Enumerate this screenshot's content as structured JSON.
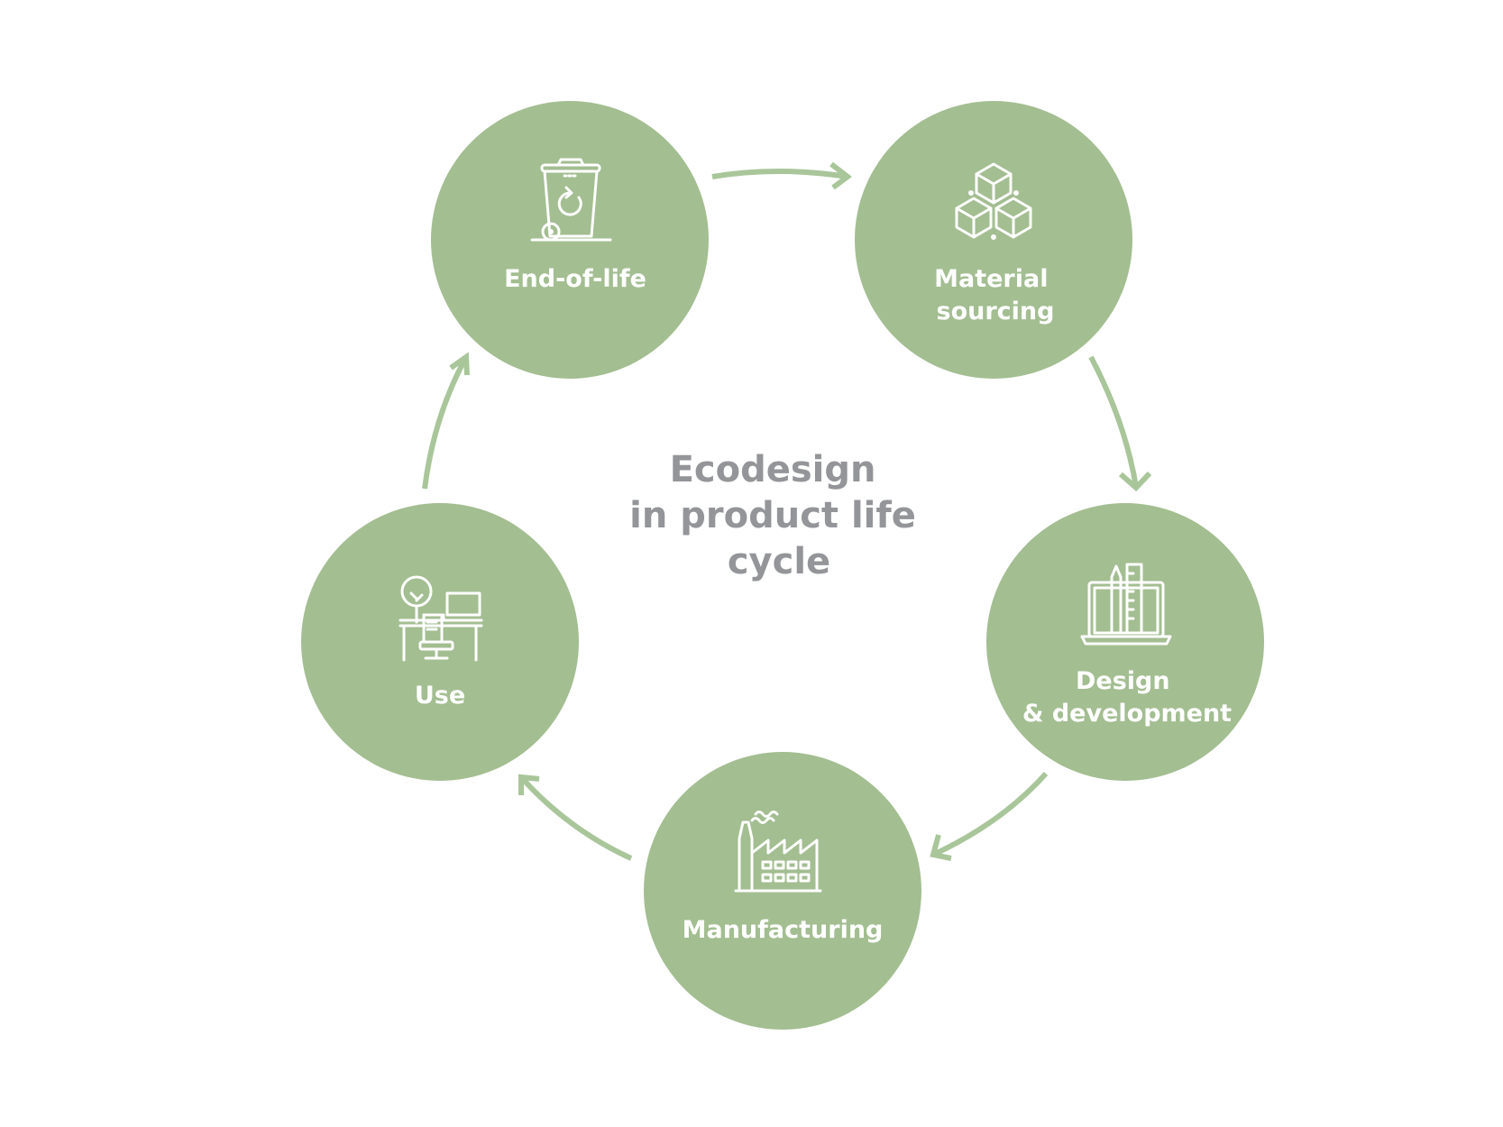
{
  "diagram": {
    "center_title": [
      "Ecodesign",
      "in product life",
      "cycle"
    ],
    "stages": [
      {
        "id": "end-of-life",
        "label": [
          "End-of-life"
        ],
        "icon": "recycling-bin-icon"
      },
      {
        "id": "material-sourcing",
        "label": [
          "Material",
          "sourcing"
        ],
        "icon": "cubes-icon"
      },
      {
        "id": "design-development",
        "label": [
          "Design",
          "& development"
        ],
        "icon": "design-tools-laptop-icon"
      },
      {
        "id": "manufacturing",
        "label": [
          "Manufacturing"
        ],
        "icon": "factory-icon"
      },
      {
        "id": "use",
        "label": [
          "Use"
        ],
        "icon": "office-desk-icon"
      }
    ],
    "colors": {
      "circle_fill": "#a3be91",
      "arrow": "#a9c69a",
      "label_text": "#ffffff",
      "center_text": "#939598"
    }
  }
}
